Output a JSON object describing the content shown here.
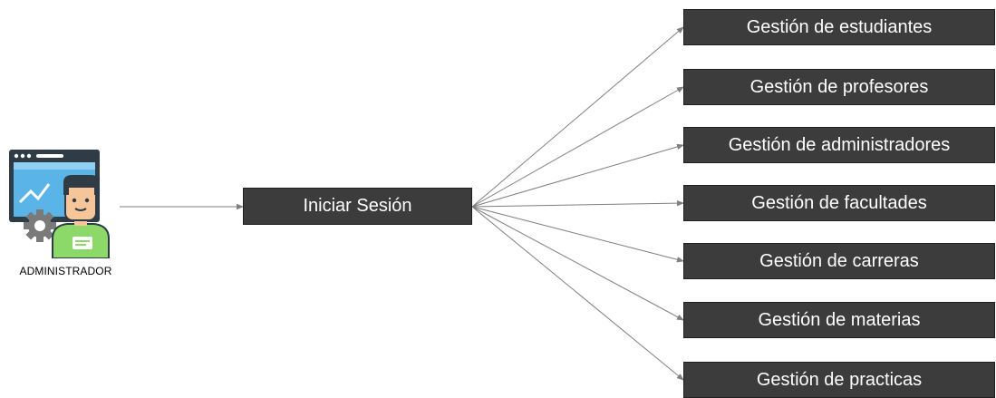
{
  "actor": {
    "label": "ADMINISTRADOR",
    "icon": "admin-avatar-icon"
  },
  "login": {
    "label": "Iniciar Sesión"
  },
  "modules": [
    "Gestión de estudiantes",
    "Gestión de profesores",
    "Gestión de administradores",
    "Gestión de facultades",
    "Gestión de carreras",
    "Gestión de materias",
    "Gestión de practicas"
  ],
  "colors": {
    "box_fill": "#3c3c3c",
    "box_text": "#ffffff",
    "connector": "#7f7f7f",
    "screen_blue": "#5ab4e8",
    "shirt_green": "#8cd96a",
    "hair": "#2f3b45",
    "skin": "#f6c69a",
    "gear": "#7a7a7a"
  }
}
